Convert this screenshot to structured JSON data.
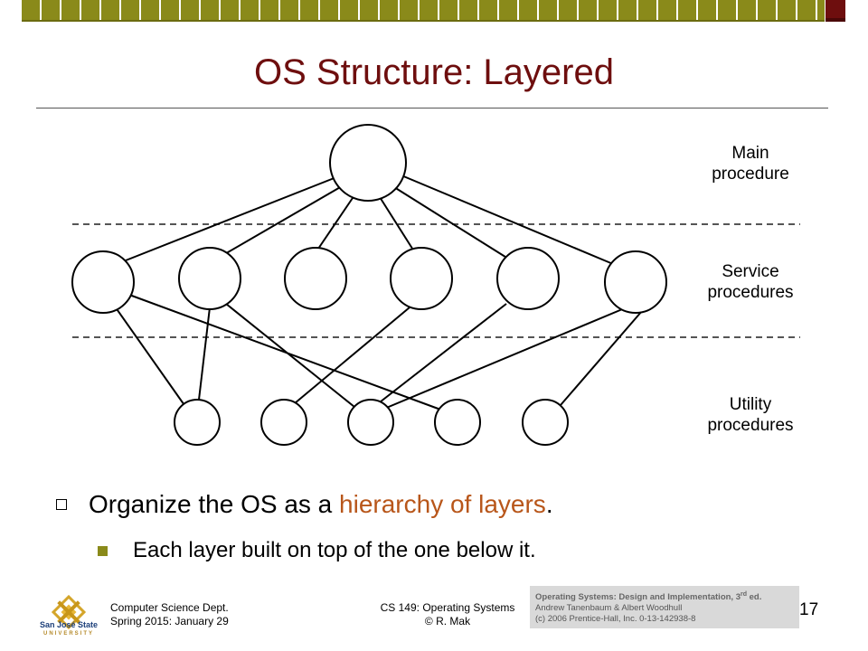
{
  "slide": {
    "title": "OS Structure: Layered",
    "page_number": "17"
  },
  "diagram": {
    "labels": {
      "main": [
        "Main",
        "procedure"
      ],
      "service": [
        "Service",
        "procedures"
      ],
      "utility": [
        "Utility",
        "procedures"
      ]
    },
    "layers": {
      "main_count": 1,
      "service_count": 6,
      "utility_count": 5
    }
  },
  "bullets": {
    "main_prefix": "Organize the OS as a ",
    "main_highlight": "hierarchy of layers",
    "main_suffix": ".",
    "sub": "Each layer built on top of the one below it."
  },
  "footer": {
    "dept_line1": "Computer Science Dept.",
    "dept_line2": "Spring 2015: January 29",
    "course_line1": "CS 149: Operating Systems",
    "course_line2": "© R. Mak",
    "citation_title": "Operating Systems: Design and Implementation, 3",
    "citation_title_sup": "rd",
    "citation_title_end": " ed.",
    "citation_authors": "Andrew Tanenbaum & Albert Woodhull",
    "citation_pub": "(c) 2006 Prentice-Hall, Inc. 0-13-142938-8",
    "logo_text": "San José State",
    "logo_sub": "UNIVERSITY"
  },
  "colors": {
    "title": "#6e0e0e",
    "highlight": "#b8561a",
    "bar": "#8a8a1a"
  }
}
